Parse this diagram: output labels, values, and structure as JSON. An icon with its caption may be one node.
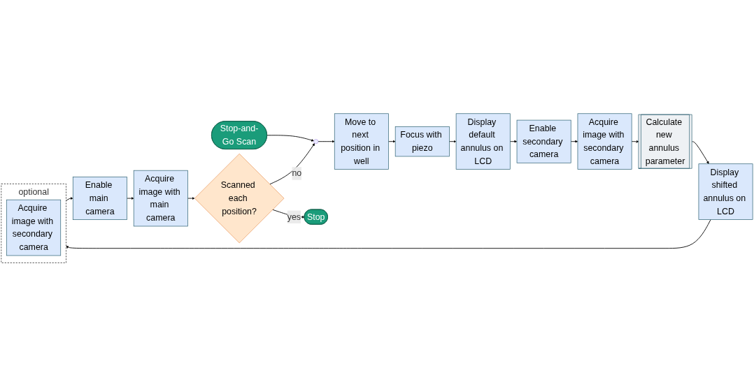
{
  "diagram": {
    "nodes": [
      {
        "text": [
          "Stop-and-Go Scan"
        ]
      },
      {
        "text": [],
        "shape": "circle"
      },
      {
        "text": [
          "Move to next position in well"
        ]
      },
      {
        "text": [
          "Focus with piezo"
        ]
      },
      {
        "text": [
          "Display default annulus on LCD"
        ]
      },
      {
        "text": [
          "Enable secondary camera"
        ]
      },
      {
        "text": [
          "Acquire image with secondary camera"
        ]
      },
      {
        "text": [
          "Calculate new annulus parameter"
        ]
      },
      {
        "text": [
          "Display shifted annulus on LCD"
        ]
      },
      {
        "text": [
          "optional"
        ]
      },
      {
        "text": [
          "Acquire image with secondary camera"
        ],
        "in": 9
      },
      {
        "text": [
          "Enable main camera"
        ]
      },
      {
        "text": [
          "Acquire image with main camera"
        ]
      },
      {
        "text": [
          "Scanned each position?"
        ]
      },
      {
        "text": [
          "Stop"
        ]
      }
    ],
    "edges": [
      {
        "from": 0,
        "to": 1,
        "arrow": "to"
      },
      {
        "from": 1,
        "to": 2,
        "arrow": "to"
      },
      {
        "from": 2,
        "to": 3,
        "arrow": "to"
      },
      {
        "from": 3,
        "to": 4,
        "arrow": "to"
      },
      {
        "from": 4,
        "to": 5,
        "arrow": "to"
      },
      {
        "from": 5,
        "to": 6,
        "arrow": "to"
      },
      {
        "from": 6,
        "to": 7,
        "arrow": "to"
      },
      {
        "from": 7,
        "to": 8,
        "arrow": "to"
      },
      {
        "from": 8,
        "to": 9,
        "arrow": "to"
      },
      {
        "from": 9,
        "to": 11,
        "arrow": "to"
      },
      {
        "from": 11,
        "to": 12,
        "arrow": "to"
      },
      {
        "from": 12,
        "to": 13,
        "arrow": "to"
      },
      {
        "from": 13,
        "to": 14,
        "label": "yes",
        "arrow": "to"
      },
      {
        "from": 13,
        "to": 1,
        "label": "no",
        "arrow": "to"
      }
    ]
  }
}
